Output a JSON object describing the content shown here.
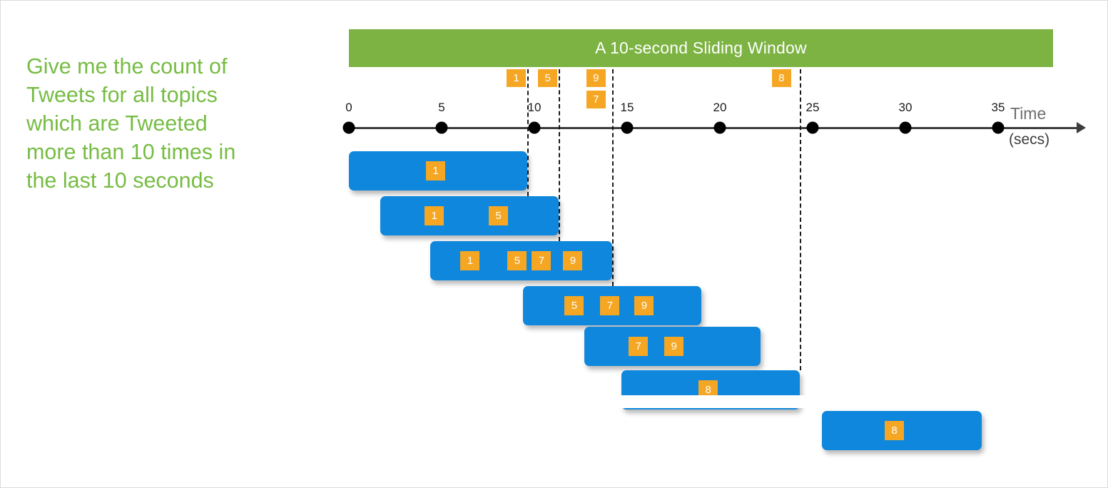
{
  "prompt": {
    "text": "Give me the count of\nTweets for all topics\nwhich are Tweeted\nmore than 10 times in\nthe last 10 seconds",
    "color": "#76bc43"
  },
  "window_banner": {
    "label": "A 10-second Sliding Window",
    "color": "#7cb342",
    "text_color": "#ffffff"
  },
  "colors": {
    "bar_blue": "#0e87dd",
    "chip_orange": "#f5a623",
    "axis_black": "#3d3d3d",
    "green": "#7cb342"
  },
  "chart_data": {
    "type": "timeline",
    "title": "A 10-second Sliding Window",
    "xlabel": "Time",
    "xunits": "(secs)",
    "xlim": [
      0,
      37
    ],
    "grid": false,
    "axis": {
      "ticks": [
        0,
        5,
        10,
        15,
        20,
        25,
        30,
        35
      ],
      "tick_labels": [
        "0",
        "5",
        "10",
        "15",
        "20",
        "25",
        "30",
        "35"
      ],
      "time_label": "Time",
      "secs_label": "(secs)"
    },
    "events": [
      {
        "label": "1",
        "time": 9.0,
        "row": 0
      },
      {
        "label": "5",
        "time": 10.7,
        "row": 0
      },
      {
        "label": "9",
        "time": 13.3,
        "row": 0
      },
      {
        "label": "7",
        "time": 13.3,
        "row": 1
      },
      {
        "label": "8",
        "time": 23.3,
        "row": 0
      }
    ],
    "guides": [
      {
        "time": 9.6
      },
      {
        "time": 11.3
      },
      {
        "time": 14.2
      },
      {
        "time": 24.3
      }
    ],
    "windows": [
      {
        "start": 0.0,
        "end": 9.6,
        "events": [
          "1"
        ]
      },
      {
        "start": 1.7,
        "end": 11.3,
        "events": [
          "1",
          "5"
        ]
      },
      {
        "start": 4.4,
        "end": 14.2,
        "events": [
          "1",
          "5",
          "7",
          "9"
        ]
      },
      {
        "start": 9.4,
        "end": 19.0,
        "events": [
          "5",
          "7",
          "9"
        ]
      },
      {
        "start": 12.7,
        "end": 22.2,
        "events": [
          "7",
          "9"
        ]
      },
      {
        "start": 14.7,
        "end": 24.3,
        "events": [
          "8"
        ]
      },
      {
        "start": 25.5,
        "end": 34.1,
        "events": [
          "8"
        ]
      }
    ]
  }
}
